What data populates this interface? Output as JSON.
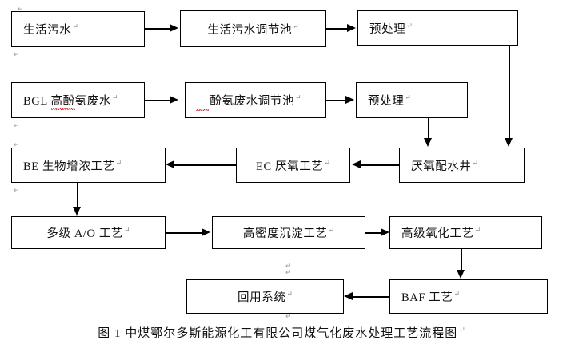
{
  "figure": {
    "caption": "图 1 中煤鄂尔多斯能源化工有限公司煤气化废水处理工艺流程图",
    "paragraph_mark": "↵",
    "line_color": "#000000",
    "box_fill": "#ffffff",
    "spellcheck_color": "#e03030"
  },
  "nodes": {
    "domestic_sewage": "生活污水",
    "domestic_sewage_tank": "生活污水调节池",
    "pretreatment_1": "预处理",
    "bgl_high_phenol_ammonia_wastewater": "BGL 高酚氨废水",
    "phenol_ammonia_tank": "酚氨废水调节池",
    "pretreatment_2": "预处理",
    "anaerobic_distribution_well": "厌氧配水井",
    "ec_anaerobic_process": "EC 厌氧工艺",
    "be_bio_enrichment_process": "BE 生物增浓工艺",
    "multistage_ao_process": "多级 A/O 工艺",
    "high_density_sedimentation": "高密度沉淀工艺",
    "advanced_oxidation": "高级氧化工艺",
    "baf_process": "BAF 工艺",
    "reuse_system": "回用系统"
  },
  "flow": {
    "edges": [
      {
        "from": "domestic_sewage",
        "to": "domestic_sewage_tank",
        "direction": "right"
      },
      {
        "from": "domestic_sewage_tank",
        "to": "pretreatment_1",
        "direction": "right"
      },
      {
        "from": "bgl_high_phenol_ammonia_wastewater",
        "to": "phenol_ammonia_tank",
        "direction": "right"
      },
      {
        "from": "phenol_ammonia_tank",
        "to": "pretreatment_2",
        "direction": "right"
      },
      {
        "from": "pretreatment_1",
        "to": "anaerobic_distribution_well",
        "direction": "down"
      },
      {
        "from": "pretreatment_2",
        "to": "anaerobic_distribution_well",
        "direction": "down"
      },
      {
        "from": "anaerobic_distribution_well",
        "to": "ec_anaerobic_process",
        "direction": "left"
      },
      {
        "from": "ec_anaerobic_process",
        "to": "be_bio_enrichment_process",
        "direction": "left"
      },
      {
        "from": "be_bio_enrichment_process",
        "to": "multistage_ao_process",
        "direction": "down"
      },
      {
        "from": "multistage_ao_process",
        "to": "high_density_sedimentation",
        "direction": "right"
      },
      {
        "from": "high_density_sedimentation",
        "to": "advanced_oxidation",
        "direction": "right"
      },
      {
        "from": "advanced_oxidation",
        "to": "baf_process",
        "direction": "down"
      },
      {
        "from": "baf_process",
        "to": "reuse_system",
        "direction": "left"
      }
    ]
  }
}
